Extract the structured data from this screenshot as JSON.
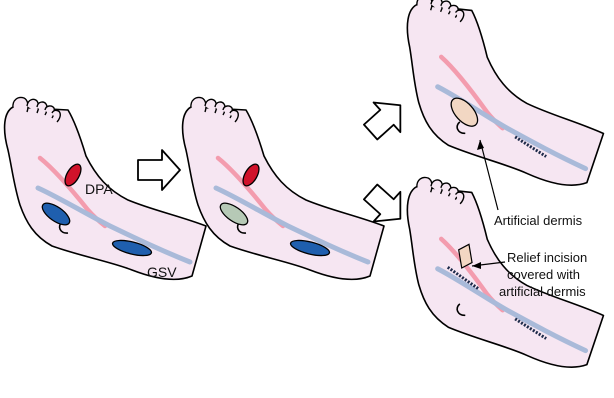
{
  "labels": {
    "dpa": "DPA",
    "gsv": "GSV",
    "artificial_dermis": "Artificial dermis",
    "relief_line1": "Relief incision",
    "relief_line2": "covered with",
    "relief_line3": "artificial dermis"
  },
  "colors": {
    "skin": "#f6e6f2",
    "outline": "#000000",
    "artery": "#f39cae",
    "vein": "#a9bad9",
    "flap_red": "#d0122a",
    "flap_blue": "#1f5fae",
    "graft_gray": "#b6c9b6",
    "dermis": "#f2d7c3",
    "suture": "#1e2b4a"
  }
}
